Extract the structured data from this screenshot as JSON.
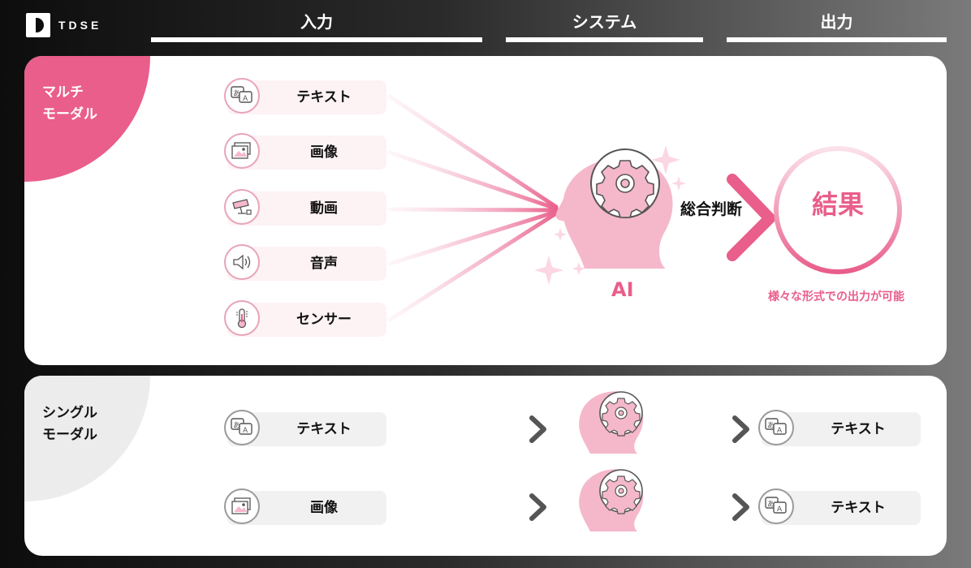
{
  "logo": {
    "text": "TDSE"
  },
  "columns": {
    "input": "入力",
    "system": "システム",
    "output": "出力"
  },
  "multimodal": {
    "tag_lines": [
      "マルチ",
      "モーダル"
    ],
    "inputs": [
      {
        "label": "テキスト",
        "icon": "text-translate-icon"
      },
      {
        "label": "画像",
        "icon": "image-icon"
      },
      {
        "label": "動画",
        "icon": "video-camera-icon"
      },
      {
        "label": "音声",
        "icon": "speaker-icon"
      },
      {
        "label": "センサー",
        "icon": "thermometer-icon"
      }
    ],
    "ai_label": "AI",
    "judgement": "総合判断",
    "result": "結果",
    "result_note": "様々な形式での出力が可能"
  },
  "singlemodal": {
    "tag_lines": [
      "シングル",
      "モーダル"
    ],
    "rows": [
      {
        "input": "テキスト",
        "input_icon": "text-translate-icon",
        "output": "テキスト",
        "output_icon": "text-translate-icon"
      },
      {
        "input": "画像",
        "input_icon": "image-icon",
        "output": "テキスト",
        "output_icon": "text-translate-icon"
      }
    ]
  },
  "colors": {
    "accent": "#e95e8a",
    "accent_light": "#f5b8cb",
    "gray_arrow": "#555555"
  }
}
